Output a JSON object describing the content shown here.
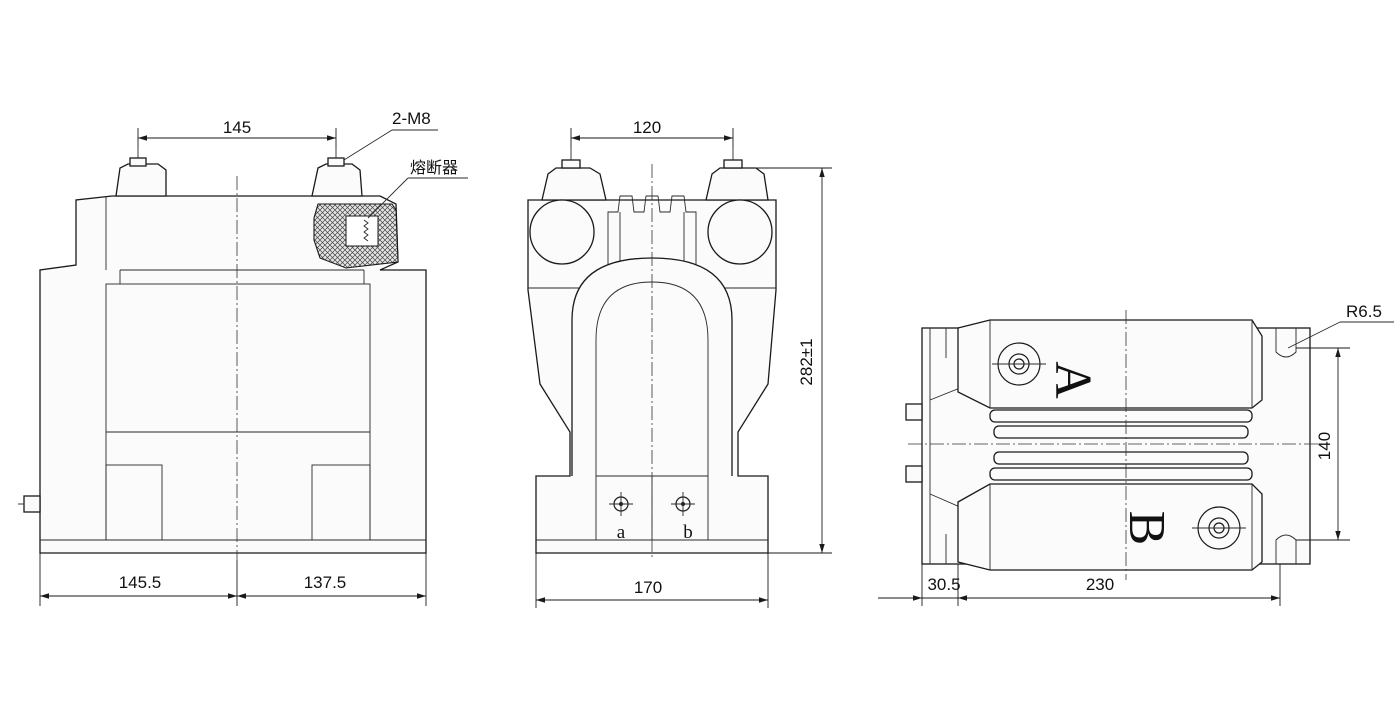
{
  "dimensions": {
    "front_bolt_spacing": "145",
    "bolt_spec": "2-M8",
    "fuse_label": "熔断器",
    "front_left_width": "145.5",
    "front_right_width": "137.5",
    "side_bolt_spacing": "120",
    "overall_height": "282±1",
    "side_base_width": "170",
    "top_radius": "R6.5",
    "top_mount_spacing": "140",
    "top_offset": "30.5",
    "top_length": "230"
  },
  "labels": {
    "terminal_a_small": "a",
    "terminal_b_small": "b",
    "terminal_a_large": "A",
    "terminal_b_large": "B"
  }
}
